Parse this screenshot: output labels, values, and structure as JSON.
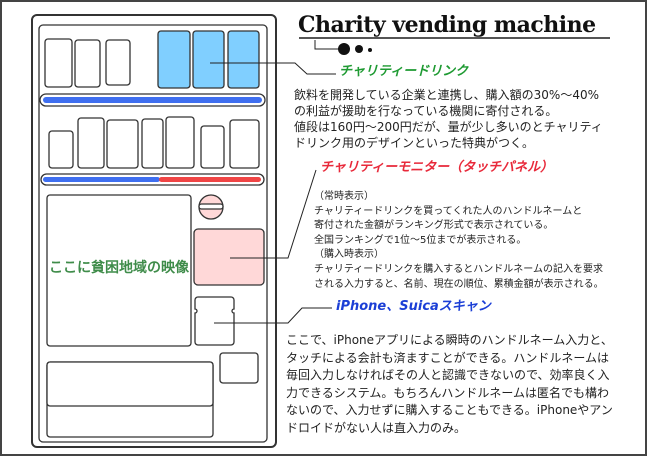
{
  "title": "Charity vending machine",
  "sections": {
    "charity_drink": {
      "label": "チャリティードリンク",
      "text": "飲料を開発している企業と連携し、購入額の30%〜40%\nの利益が援助を行なっている機関に寄付される。\n値段は160円〜200円だが、量が少し多いのとチャリティ\nドリンク用のデザインといった特典がつく。"
    },
    "monitor": {
      "label": "チャリティーモニター（タッチパネル）",
      "text": "（常時表示）\nチャリティードリンクを買ってくれた人のハンドルネームと\n寄付された金額がランキング形式で表示されている。\n全国ランキングで1位〜5位までが表示される。\n（購入時表示）\nチャリティードリンクを購入するとハンドルネームの記入を要求\nされる入力すると、名前、現在の順位、累積金額が表示される。"
    },
    "scan": {
      "label": "iPhone、Suicaスキャン",
      "text": "ここで、iPhoneアプリによる瞬時のハンドルネーム入力と、\nタッチによる会計も済ますことができる。ハンドルネームは\n毎回入力しなければその人と認識できないので、効率良く入\n力できるシステム。もちろんハンドルネームは匿名でも構わ\nないので、入力せずに購入することもできる。iPhoneやアン\nドロイドがない人は直入力のみ。"
    }
  },
  "machine": {
    "video_label": "ここに貧困地域の映像"
  },
  "colors": {
    "charity_slot": "#80cfff",
    "bar_blue": "#3f6ff0",
    "bar_red": "#f04545",
    "monitor_pink": "#ffd8d8",
    "green": "#1e9a32",
    "red": "#e8293a",
    "blue": "#1c3fd6"
  }
}
